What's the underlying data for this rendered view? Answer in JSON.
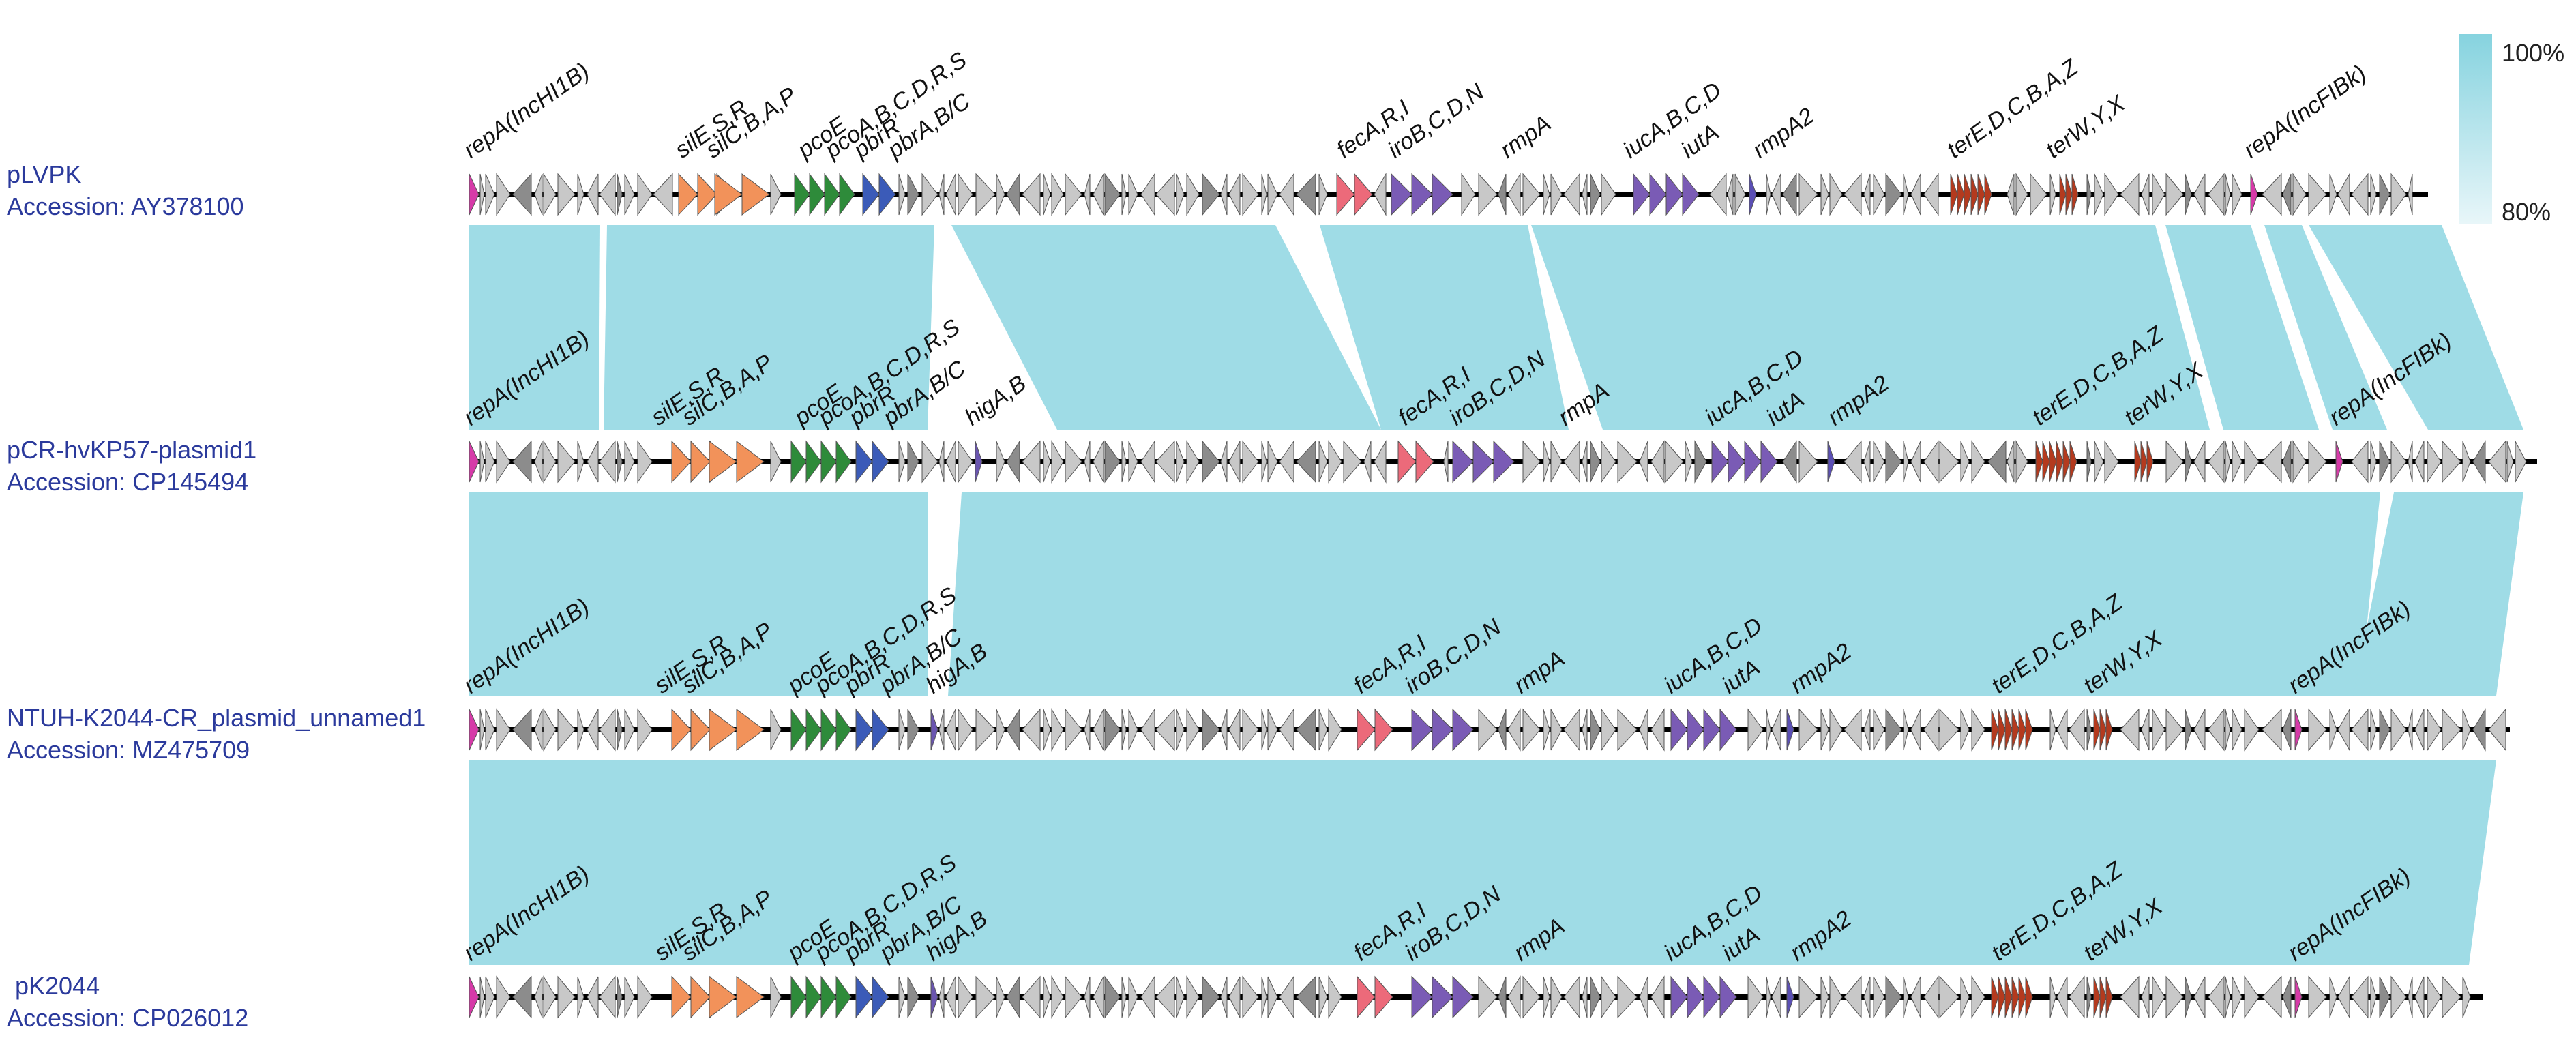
{
  "colors": {
    "identity_fill": "#9fdce6",
    "backbone": "#000000",
    "gene_grey": "#c8c8c8",
    "gene_dark_grey": "#8c8c8c",
    "rep": "#d63aa8",
    "sil": "#f2925a",
    "pco": "#2e8b3a",
    "pbr": "#3b5bb8",
    "fec": "#ec6a7a",
    "iro_iuc": "#7a5bb5",
    "rmp": "#5b4fb5",
    "ter": "#b43a1e",
    "hig": "#6a55b0",
    "track_label": "#2b3a9c"
  },
  "legend": {
    "max_label": "100%",
    "min_label": "80%",
    "gradient_top": "#86d3df",
    "gradient_bottom": "#e8f6f9"
  },
  "tracks": [
    {
      "name": "pLVPK",
      "accession": "Accession: AY378100",
      "labels": [
        "repA(IncHI1B)",
        "silE,S,R",
        "silC,B,A,P",
        "pcoE",
        "pcoA,B,C,D,R,S",
        "pbrR",
        "pbrA,B/C",
        "fecA,R,I",
        "iroB,C,D,N",
        "rmpA",
        "iucA,B,C,D",
        "iutA",
        "rmpA2",
        "terE,D,C,B,A,Z",
        "terW,Y,X",
        "repA(IncFIBk)"
      ]
    },
    {
      "name": "pCR-hvKP57-plasmid1",
      "accession": "Accession: CP145494",
      "labels": [
        "repA(IncHI1B)",
        "silE,S,R",
        "silC,B,A,P",
        "pcoE",
        "pcoA,B,C,D,R,S",
        "pbrR",
        "pbrA,B/C",
        "higA,B",
        "fecA,R,I",
        "iroB,C,D,N",
        "rmpA",
        "iucA,B,C,D",
        "iutA",
        "rmpA2",
        "terE,D,C,B,A,Z",
        "terW,Y,X",
        "repA(IncFIBk)"
      ]
    },
    {
      "name": "NTUH-K2044-CR_plasmid_unnamed1",
      "accession": "Accession: MZ475709",
      "labels": [
        "repA(IncHI1B)",
        "silE,S,R",
        "silC,B,A,P",
        "pcoE",
        "pcoA,B,C,D,R,S",
        "pbrR",
        "pbrA,B/C",
        "higA,B",
        "fecA,R,I",
        "iroB,C,D,N",
        "rmpA",
        "iucA,B,C,D",
        "iutA",
        "rmpA2",
        "terE,D,C,B,A,Z",
        "terW,Y,X",
        "repA(IncFIBk)"
      ]
    },
    {
      "name": "pK2044",
      "accession": "Accession: CP026012",
      "labels": [
        "repA(IncHI1B)",
        "silE,S,R",
        "silC,B,A,P",
        "pcoE",
        "pcoA,B,C,D,R,S",
        "pbrR",
        "pbrA,B/C",
        "higA,B",
        "fecA,R,I",
        "iroB,C,D,N",
        "rmpA",
        "iucA,B,C,D",
        "iutA",
        "rmpA2",
        "terE,D,C,B,A,Z",
        "terW,Y,X",
        "repA(IncFIBk)"
      ]
    }
  ]
}
